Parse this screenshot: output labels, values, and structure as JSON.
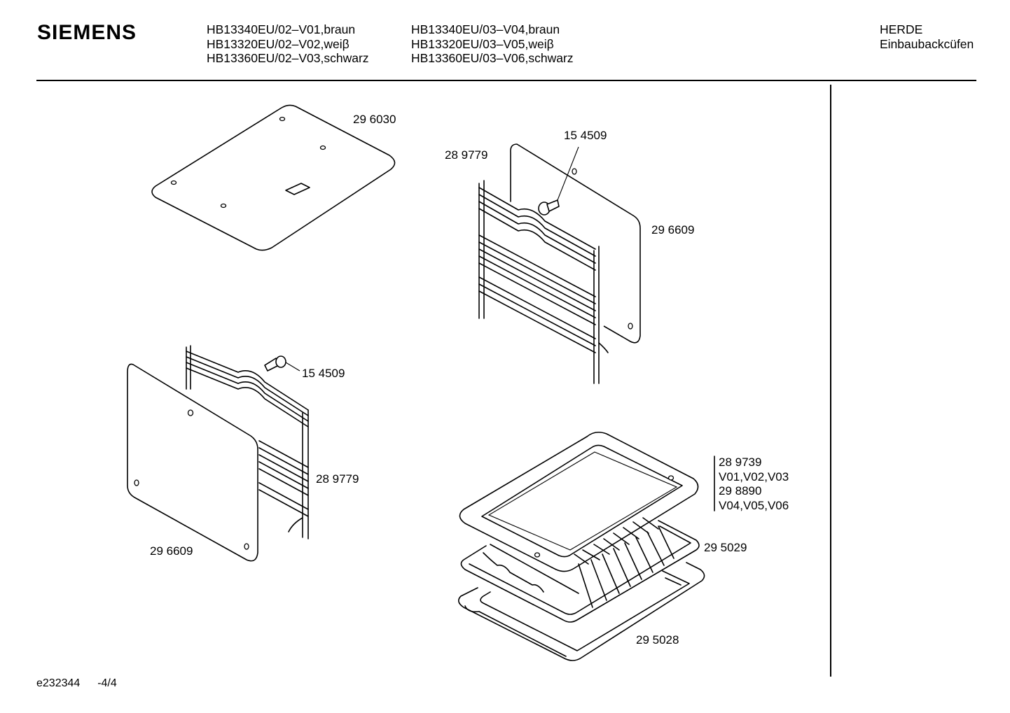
{
  "header": {
    "brand": "SIEMENS",
    "models_col1": [
      "HB13340EU/02–V01,braun",
      "HB13320EU/02–V02,weiβ",
      "HB13360EU/02–V03,schwarz"
    ],
    "models_col2": [
      "HB13340EU/03–V04,braun",
      "HB13320EU/03–V05,weiβ",
      "HB13360EU/03–V06,schwarz"
    ],
    "category": "HERDE",
    "subcategory": "Einbaubackcüfen"
  },
  "parts": {
    "top_plate": "29 6030",
    "screw_right": "15 4509",
    "rail_right": "28 9779",
    "side_panel_right": "29 6609",
    "screw_left": "15 4509",
    "rail_left": "28 9779",
    "side_panel_left": "29 6609",
    "tray_a": "28 9739",
    "tray_a_variants": "V01,V02,V03",
    "tray_b": "29 8890",
    "tray_b_variants": "V04,V05,V06",
    "grid_rack": "29 5029",
    "baking_sheet": "29 5028"
  },
  "footer": {
    "doc_id": "e232344",
    "page": "-4/4"
  }
}
